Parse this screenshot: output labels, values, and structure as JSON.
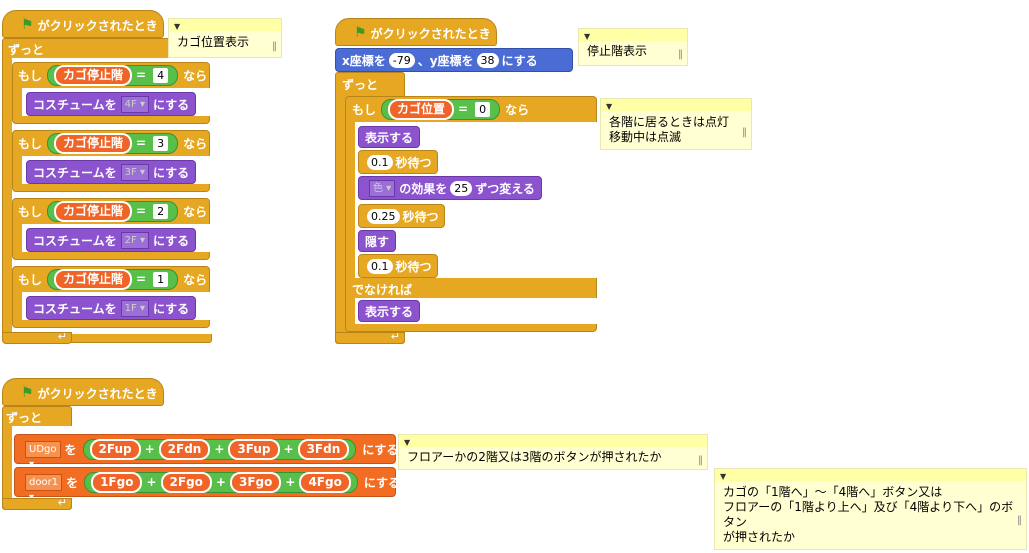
{
  "script1": {
    "hat": "がクリックされたとき",
    "forever": "ずっと",
    "if_label": "もし",
    "then_label": "なら",
    "variable": "カゴ停止階",
    "eq": "=",
    "costume_label": "コスチュームを",
    "costume_suffix": "にする",
    "cases": [
      {
        "num": "4",
        "costume": "4F"
      },
      {
        "num": "3",
        "costume": "3F"
      },
      {
        "num": "2",
        "costume": "2F"
      },
      {
        "num": "1",
        "costume": "1F"
      }
    ],
    "comment": "カゴ位置表示"
  },
  "script2": {
    "hat": "がクリックされたとき",
    "goto_x_label": "x座標を",
    "goto_x_val": "-79",
    "goto_sep": "、y座標を",
    "goto_y_val": "38",
    "goto_suffix": "にする",
    "forever": "ずっと",
    "if_label": "もし",
    "then_label": "なら",
    "variable": "カゴ位置",
    "eq": "=",
    "eq_val": "0",
    "show": "表示する",
    "wait1_val": "0.1",
    "wait_label": "秒待つ",
    "effect_dropdown": "色",
    "effect_label": "の効果を",
    "effect_val": "25",
    "effect_suffix": "ずつ変える",
    "wait2_val": "0.25",
    "hide": "隠す",
    "wait3_val": "0.1",
    "else_label": "でなければ",
    "show2": "表示する",
    "comment_top": "停止階表示",
    "comment_body_line1": "各階に居るときは点灯",
    "comment_body_line2": "移動中は点滅"
  },
  "script3": {
    "hat": "がクリックされたとき",
    "forever": "ずっと",
    "set_label": "を",
    "set_suffix": "にする",
    "op_plus": "+",
    "var1": "UDgo",
    "row1": [
      "2Fup",
      "2Fdn",
      "3Fup",
      "3Fdn"
    ],
    "var2": "door1",
    "row2": [
      "1Fgo",
      "2Fgo",
      "3Fgo",
      "4Fgo"
    ],
    "comment1": "フロアーかの2階又は3階のボタンが押されたか",
    "comment2_line1": "カゴの「1階へ」～「4階へ」ボタン又は",
    "comment2_line2": "フロアーの「1階より上へ」及び「4階より下へ」のボタン",
    "comment2_line3": "が押されたか"
  },
  "colors": {
    "control": "#e6a822",
    "looks": "#8c53cf",
    "motion": "#4a6cd4",
    "variables": "#f26d21",
    "operators": "#58c04a",
    "comment": "#ffffd2"
  },
  "icons": [
    "green-flag-icon",
    "dropdown-arrow-icon",
    "loop-return-icon"
  ]
}
